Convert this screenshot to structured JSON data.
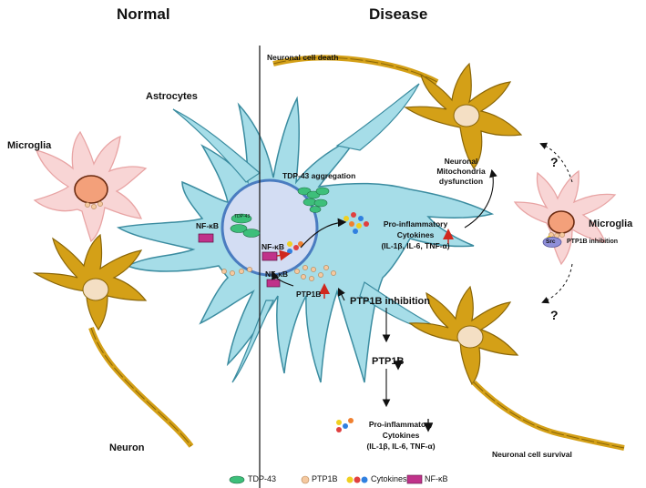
{
  "headers": {
    "normal": "Normal",
    "disease": "Disease"
  },
  "cells": {
    "astrocytes": "Astrocytes",
    "microglia_left": "Microglia",
    "microglia_right": "Microglia",
    "neuron": "Neuron"
  },
  "annotations": {
    "neuronal_cell_death": "Neuronal cell death",
    "tdp43_aggregation": "TDP-43 aggregation",
    "mito_dysfunction": "Neuronal\nMitochondria\ndysfunction",
    "pro_inflammatory_top": "Pro-inflammatory\nCytokines\n(IL-1β, IL-6, TNF-α)",
    "ptp1b_inhibition_right": "PTP1B inhibition",
    "src": "Src",
    "nfkb_normal": "NF-κB",
    "nfkb_nucleus": "NF-κB",
    "nfkb_disease": "NF-κB",
    "tdp43_tag": "TDP-43",
    "ptp1b_label": "PTP1B",
    "ptp1b_inhibition": "PTP1B inhibition",
    "ptp1b_down": "PTP1B",
    "pro_inflammatory_bottom": "Pro-inflammatory\nCytokines\n(IL-1β, IL-6, TNF-α)",
    "neuronal_cell_survival": "Neuronal cell survival",
    "question_top": "?",
    "question_bottom": "?"
  },
  "legend": [
    {
      "label": "TDP-43",
      "color": "#3dbf7a"
    },
    {
      "label": "PTP1B",
      "color": "#f5c9a0"
    },
    {
      "label": "Cytokines",
      "color": "#f0d020"
    },
    {
      "label": "NF-κB",
      "color": "#c0328a"
    }
  ],
  "colors": {
    "astrocyte": "#a6dde8",
    "astrocyte_outline": "#3b8ca0",
    "nucleus_fill": "#d3ddf3",
    "nucleus_outline": "#4a7cc0",
    "neuron": "#d4a017",
    "neuron_outline": "#8a6608",
    "microglia": "#f8d5d5",
    "microglia_outline": "#e8a4a4",
    "microglia_nucleus": "#f3a07a",
    "nfkb": "#c0328a",
    "tdp43": "#3dbf7a",
    "ptp1b": "#f5c9a0",
    "red_arrow": "#d0281e"
  }
}
